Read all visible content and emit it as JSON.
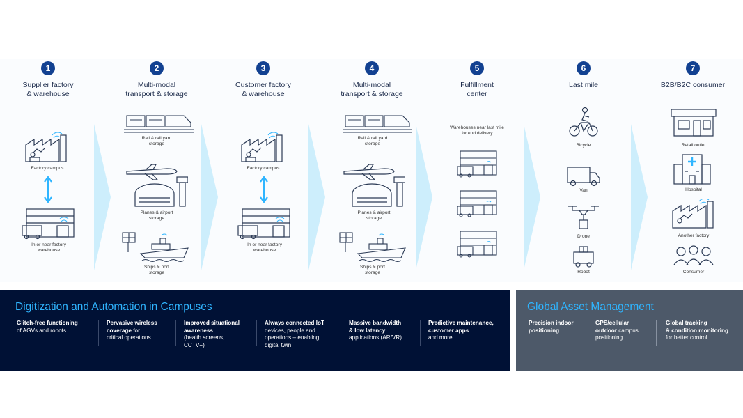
{
  "steps": [
    {
      "num": "1",
      "title": "Supplier factory\n& warehouse"
    },
    {
      "num": "2",
      "title": "Multi-modal\ntransport & storage"
    },
    {
      "num": "3",
      "title": "Customer factory\n& warehouse"
    },
    {
      "num": "4",
      "title": "Multi-modal\ntransport & storage"
    },
    {
      "num": "5",
      "title": "Fulfillment\ncenter"
    },
    {
      "num": "6",
      "title": "Last mile"
    },
    {
      "num": "7",
      "title": "B2B/B2C consumer"
    }
  ],
  "labels": {
    "s1_factory": "Factory campus",
    "s1_warehouse": "In or near factory\nwarehouse",
    "s2_rail": "Rail & rail yard\nstorage",
    "s2_planes": "Planes & airport\nstorage",
    "s2_ships": "Ships & port\nstorage",
    "s3_factory": "Factory campus",
    "s3_warehouse": "In or near factory\nwarehouse",
    "s4_rail": "Rail & rail yard\nstorage",
    "s4_planes": "Planes & airport\nstorage",
    "s4_ships": "Ships & port\nstorage",
    "s5_warehouses": "Warehouses near last mile\nfor end delivery",
    "s6_bicycle": "Bicycle",
    "s6_van": "Van",
    "s6_drone": "Drone",
    "s6_robot": "Robot",
    "s7_retail": "Retail outlet",
    "s7_hospital": "Hospital",
    "s7_factory": "Another factory",
    "s7_consumer": "Consumer"
  },
  "digitization": {
    "title": "Digitization and Automation in Campuses",
    "features": [
      {
        "bold": "Glitch-free functioning",
        "rest": "of AGVs and robots"
      },
      {
        "bold": "Pervasive wireless\ncoverage",
        "rest": " for\ncritical operations"
      },
      {
        "bold": "Improved situational\nawareness",
        "rest": "\n(health screens,\nCCTV+)"
      },
      {
        "bold": "Always connected IoT",
        "rest": "\ndevices, people and\noperations – enabling\ndigital twin"
      },
      {
        "bold": "Massive bandwidth\n& low latency",
        "rest": "\napplications (AR/VR)"
      },
      {
        "bold": "Predictive maintenance,\ncustomer apps",
        "rest": "\nand more"
      }
    ]
  },
  "asset": {
    "title": "Global Asset Management",
    "features": [
      {
        "bold": "Precision indoor\npositioning",
        "rest": ""
      },
      {
        "bold": "GPS/cellular\noutdoor",
        "rest": " campus\npositioning"
      },
      {
        "bold": "Global tracking\n& condition monitoring",
        "rest": "\nfor better control"
      }
    ]
  },
  "colors": {
    "badge": "#124191",
    "chevron": "#cdeefc",
    "dark_panel": "#001135",
    "grey_panel": "#4d5969",
    "title_accent": "#2fb5ff",
    "arrow": "#2fb5ff"
  }
}
